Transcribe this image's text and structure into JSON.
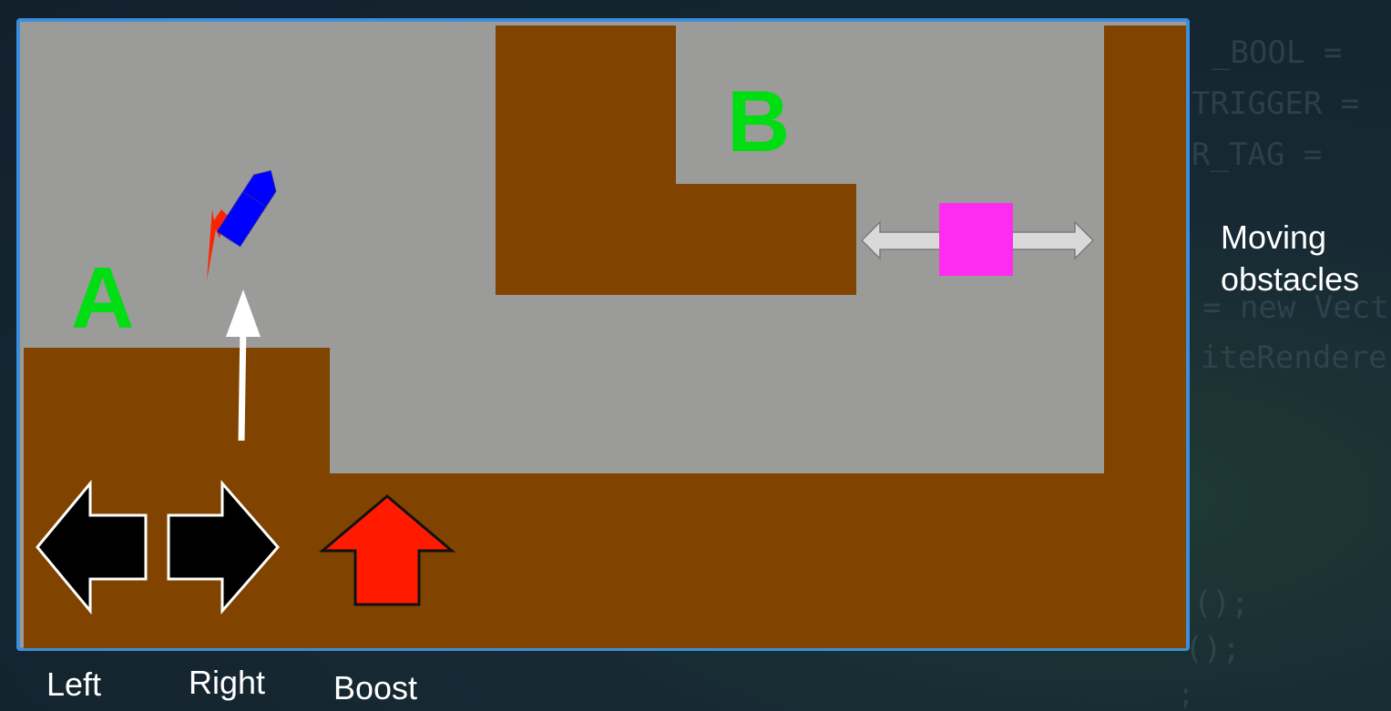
{
  "labels": {
    "a": "A",
    "b": "B",
    "moving": [
      "Moving",
      "obstacles"
    ],
    "left": "Left",
    "right": "Right",
    "boost": "Boost"
  },
  "background_code": {
    "lines": [
      "_BOOL =",
      "TRIGGER =",
      "R_TAG =",
      "= new Vect",
      "iteRendere",
      "();",
      "s();",
      "ProcessJump();"
    ]
  },
  "colors": {
    "panel_border": "#3d8edb",
    "panel_bg": "#9b9c99",
    "ground": "#804400",
    "letters": "#00dd12",
    "obstacle": "#ff2bf0",
    "rocket": "#0000ff",
    "flame": "#ff2200",
    "boost_arrow": "#ff1a00"
  },
  "icons": [
    "rocket-icon",
    "up-arrow",
    "double-arrow",
    "left-arrow-key",
    "right-arrow-key",
    "boost-arrow-key"
  ]
}
